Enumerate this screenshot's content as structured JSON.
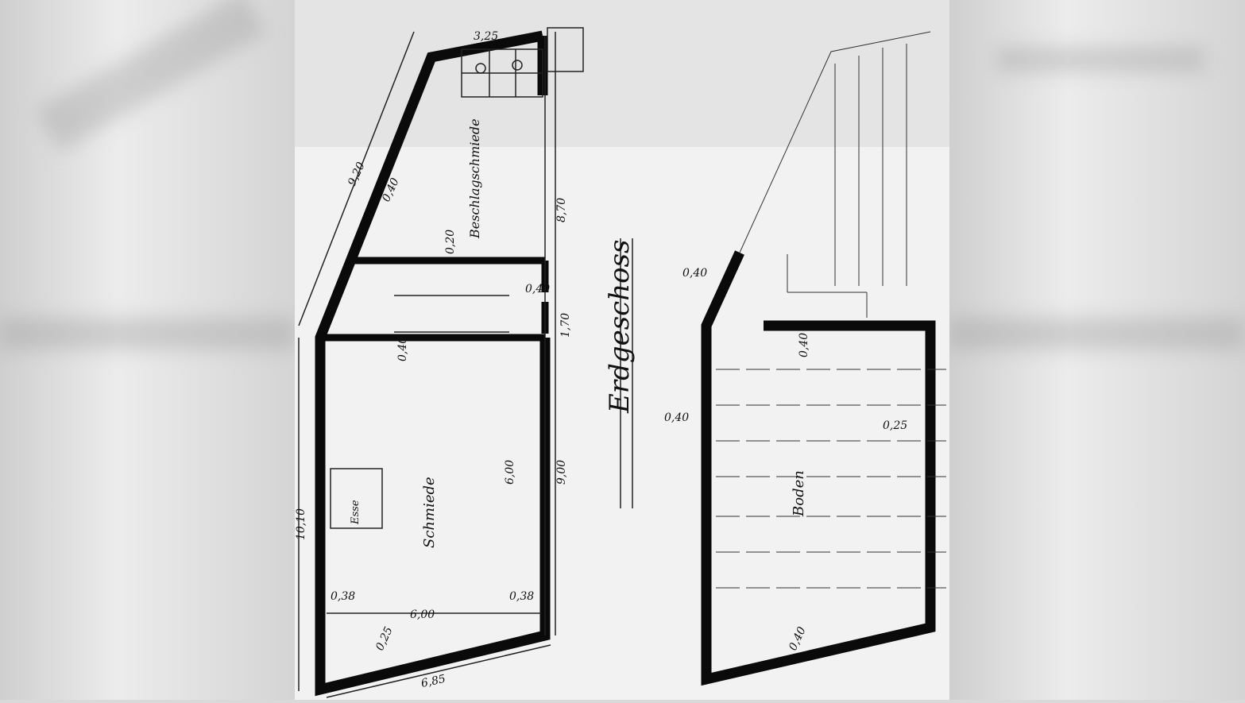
{
  "drawing": {
    "title": "Erdgeschoss",
    "rooms": {
      "beschlag": "Beschlagschmiede",
      "schmiede": "Schmiede",
      "esse": "Esse",
      "boden": "Boden"
    },
    "dimensions": {
      "top_width": "3,25",
      "diag_outer": "9,20",
      "diag_wall": "0,40",
      "beschlag_wall": "0,20",
      "beschlag_len": "8,70",
      "stair_wall": "0,40",
      "stair_len": "1,70",
      "schmiede_wall_top": "0,40",
      "schmiede_inner": "6,00",
      "schmiede_len": "9,00",
      "wall_right": "0,38",
      "wall_left": "0,38",
      "room_width": "6,00",
      "bottom_width": "6,85",
      "total_len": "10,10",
      "bottom_wall": "0,25",
      "right_diag_wall": "0,40",
      "right_top_wall": "0,40",
      "middle_wall": "0,40",
      "right_side_wall": "0,25",
      "right_bottom_wall": "0,40"
    }
  }
}
